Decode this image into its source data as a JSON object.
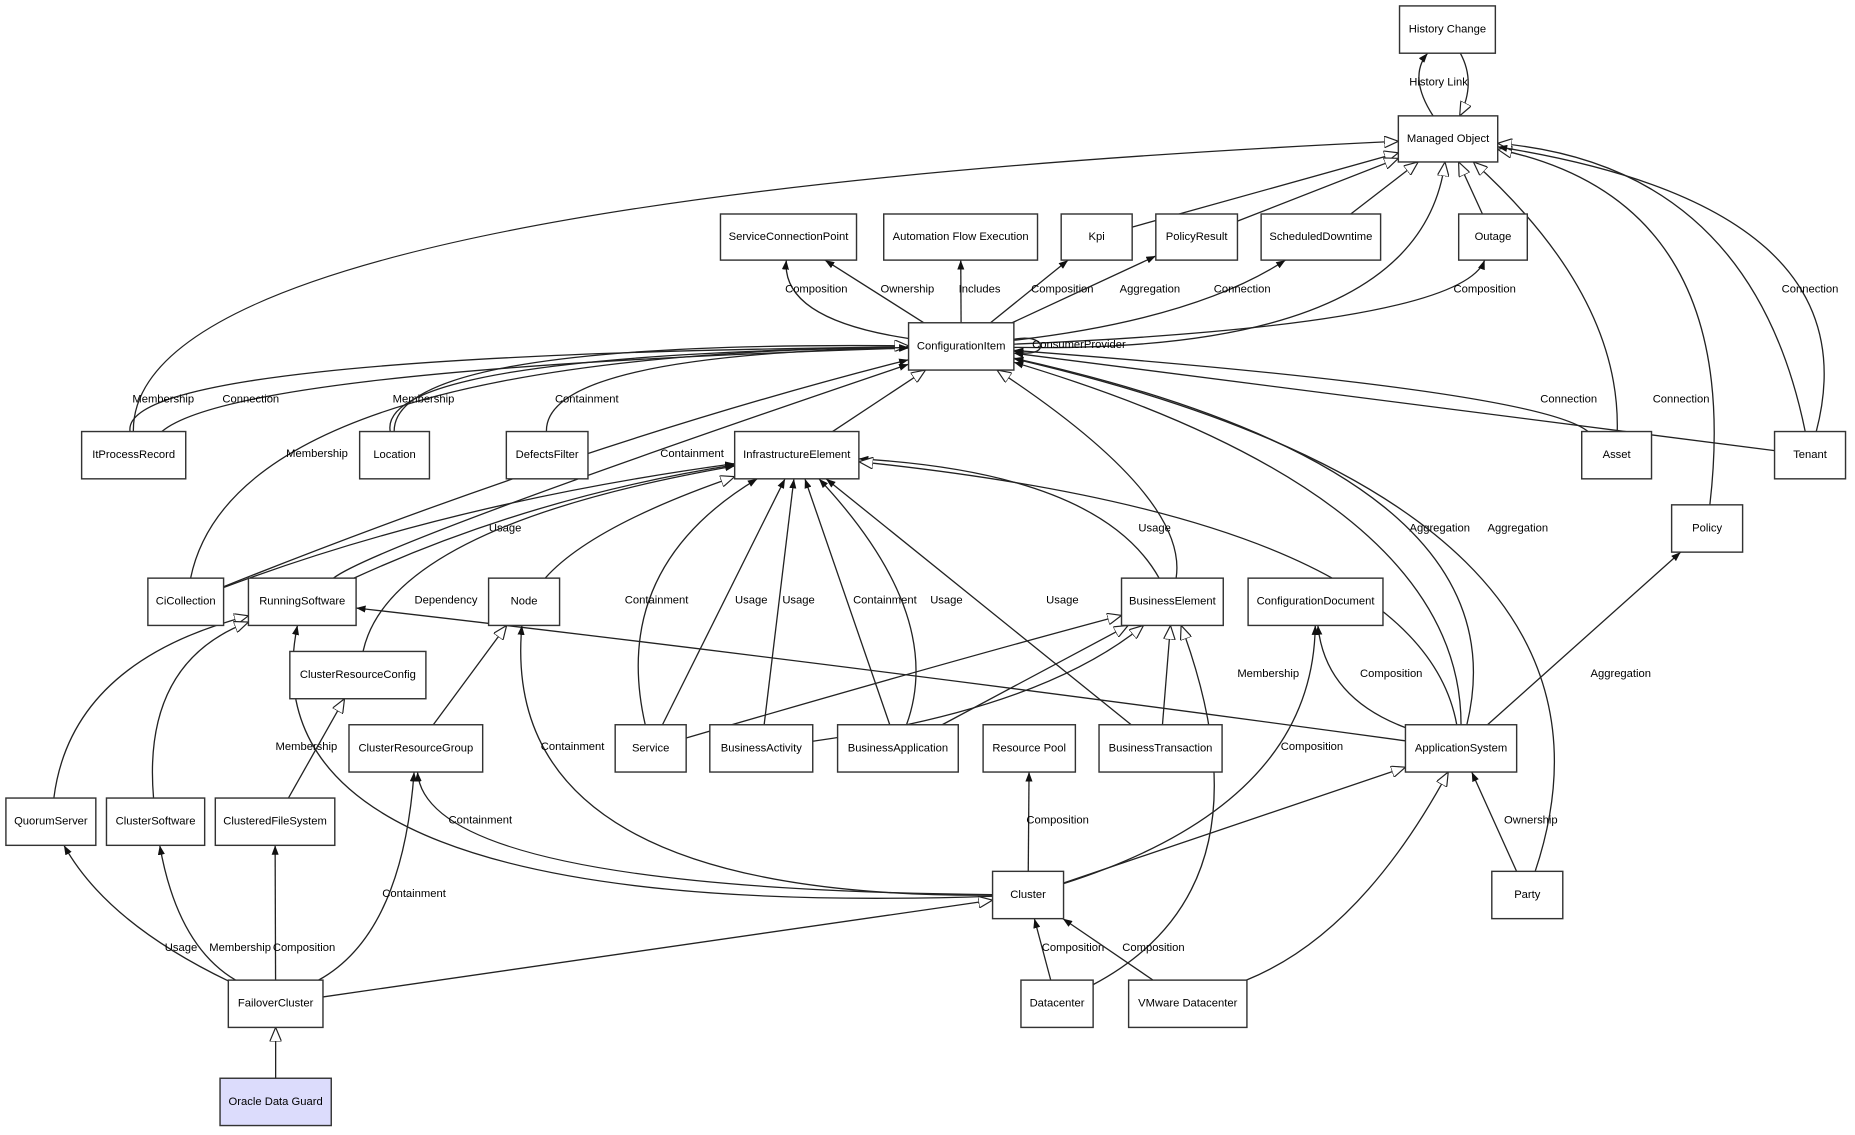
{
  "diagram": {
    "highlight_color": "#dcdcfc",
    "highlighted_node": "oracle",
    "nodes": [
      {
        "id": "hc",
        "label": "History Change"
      },
      {
        "id": "mo",
        "label": "Managed Object"
      },
      {
        "id": "scp",
        "label": "ServiceConnectionPoint"
      },
      {
        "id": "afe",
        "label": "Automation Flow Execution"
      },
      {
        "id": "kpi",
        "label": "Kpi"
      },
      {
        "id": "pr",
        "label": "PolicyResult"
      },
      {
        "id": "sd",
        "label": "ScheduledDowntime"
      },
      {
        "id": "outage",
        "label": "Outage"
      },
      {
        "id": "ci",
        "label": "ConfigurationItem"
      },
      {
        "id": "ipr",
        "label": "ItProcessRecord"
      },
      {
        "id": "loc",
        "label": "Location"
      },
      {
        "id": "df",
        "label": "DefectsFilter"
      },
      {
        "id": "ie",
        "label": "InfrastructureElement"
      },
      {
        "id": "asset",
        "label": "Asset"
      },
      {
        "id": "tenant",
        "label": "Tenant"
      },
      {
        "id": "policy",
        "label": "Policy"
      },
      {
        "id": "cic",
        "label": "CiCollection"
      },
      {
        "id": "rs",
        "label": "RunningSoftware"
      },
      {
        "id": "node",
        "label": "Node"
      },
      {
        "id": "be",
        "label": "BusinessElement"
      },
      {
        "id": "cd",
        "label": "ConfigurationDocument"
      },
      {
        "id": "crc",
        "label": "ClusterResourceConfig"
      },
      {
        "id": "crg",
        "label": "ClusterResourceGroup"
      },
      {
        "id": "svc",
        "label": "Service"
      },
      {
        "id": "ba",
        "label": "BusinessActivity"
      },
      {
        "id": "bapp",
        "label": "BusinessApplication"
      },
      {
        "id": "rp",
        "label": "Resource Pool"
      },
      {
        "id": "bt",
        "label": "BusinessTransaction"
      },
      {
        "id": "as",
        "label": "ApplicationSystem"
      },
      {
        "id": "qs",
        "label": "QuorumServer"
      },
      {
        "id": "cs",
        "label": "ClusterSoftware"
      },
      {
        "id": "cfs",
        "label": "ClusteredFileSystem"
      },
      {
        "id": "cluster",
        "label": "Cluster"
      },
      {
        "id": "party",
        "label": "Party"
      },
      {
        "id": "fc",
        "label": "FailoverCluster"
      },
      {
        "id": "dc",
        "label": "Datacenter"
      },
      {
        "id": "vdc",
        "label": "VMware Datacenter"
      },
      {
        "id": "oracle",
        "label": "Oracle Data Guard"
      }
    ],
    "edges": [
      {
        "from": "mo",
        "to": "hc",
        "label": "History Link",
        "kind": "association"
      },
      {
        "from": "hc",
        "to": "mo",
        "label": "",
        "kind": "generalization"
      },
      {
        "from": "ipr",
        "to": "mo",
        "label": "",
        "kind": "generalization"
      },
      {
        "from": "kpi",
        "to": "mo",
        "label": "",
        "kind": "generalization"
      },
      {
        "from": "pr",
        "to": "mo",
        "label": "",
        "kind": "generalization"
      },
      {
        "from": "sd",
        "to": "mo",
        "label": "",
        "kind": "generalization"
      },
      {
        "from": "ci",
        "to": "mo",
        "label": "",
        "kind": "generalization"
      },
      {
        "from": "outage",
        "to": "mo",
        "label": "",
        "kind": "generalization"
      },
      {
        "from": "asset",
        "to": "mo",
        "label": "",
        "kind": "generalization"
      },
      {
        "from": "policy",
        "to": "mo",
        "label": "",
        "kind": "generalization"
      },
      {
        "from": "tenant",
        "to": "mo",
        "label": "",
        "kind": "generalization"
      },
      {
        "from": "tenant",
        "to": "mo",
        "label": "Connection",
        "kind": "association"
      },
      {
        "from": "ci",
        "to": "scp",
        "label": "Composition",
        "kind": "association"
      },
      {
        "from": "ci",
        "to": "scp",
        "label": "Ownership",
        "kind": "association"
      },
      {
        "from": "ci",
        "to": "afe",
        "label": "Includes",
        "kind": "association"
      },
      {
        "from": "ci",
        "to": "kpi",
        "label": "Composition",
        "kind": "association"
      },
      {
        "from": "ci",
        "to": "pr",
        "label": "Aggregation",
        "kind": "association"
      },
      {
        "from": "ci",
        "to": "sd",
        "label": "Connection",
        "kind": "association"
      },
      {
        "from": "ci",
        "to": "outage",
        "label": "Composition",
        "kind": "association"
      },
      {
        "from": "ci",
        "to": "ci",
        "label": "ConsumerProvider",
        "kind": "association"
      },
      {
        "from": "ipr",
        "to": "ci",
        "label": "Membership",
        "kind": "association"
      },
      {
        "from": "ipr",
        "to": "ci",
        "label": "Connection",
        "kind": "association"
      },
      {
        "from": "cic",
        "to": "ci",
        "label": "Membership",
        "kind": "association"
      },
      {
        "from": "loc",
        "to": "ci",
        "label": "Membership",
        "kind": "association"
      },
      {
        "from": "loc",
        "to": "ci",
        "label": "",
        "kind": "generalization"
      },
      {
        "from": "df",
        "to": "ci",
        "label": "Containment",
        "kind": "association"
      },
      {
        "from": "cic",
        "to": "ci",
        "label": "Containment",
        "kind": "association"
      },
      {
        "from": "ie",
        "to": "ci",
        "label": "",
        "kind": "generalization"
      },
      {
        "from": "be",
        "to": "ci",
        "label": "",
        "kind": "generalization"
      },
      {
        "from": "asset",
        "to": "ci",
        "label": "Connection",
        "kind": "association"
      },
      {
        "from": "tenant",
        "to": "ci",
        "label": "Connection",
        "kind": "association"
      },
      {
        "from": "as",
        "to": "ci",
        "label": "Aggregation",
        "kind": "association"
      },
      {
        "from": "as",
        "to": "ci",
        "label": "Aggregation",
        "kind": "association"
      },
      {
        "from": "party",
        "to": "ci",
        "label": "",
        "kind": "association"
      },
      {
        "from": "cic",
        "to": "ie",
        "label": "Usage",
        "kind": "association"
      },
      {
        "from": "rs",
        "to": "ie",
        "label": "",
        "kind": "association"
      },
      {
        "from": "crc",
        "to": "ie",
        "label": "Dependency",
        "kind": "association"
      },
      {
        "from": "node",
        "to": "ie",
        "label": "",
        "kind": "generalization"
      },
      {
        "from": "svc",
        "to": "ie",
        "label": "Containment",
        "kind": "association"
      },
      {
        "from": "svc",
        "to": "ie",
        "label": "Usage",
        "kind": "association"
      },
      {
        "from": "ba",
        "to": "ie",
        "label": "Usage",
        "kind": "association"
      },
      {
        "from": "bapp",
        "to": "ie",
        "label": "Containment",
        "kind": "association"
      },
      {
        "from": "bapp",
        "to": "ie",
        "label": "Usage",
        "kind": "association"
      },
      {
        "from": "bt",
        "to": "ie",
        "label": "Usage",
        "kind": "association"
      },
      {
        "from": "be",
        "to": "ie",
        "label": "Usage",
        "kind": "association"
      },
      {
        "from": "as",
        "to": "ie",
        "label": "",
        "kind": "generalization"
      },
      {
        "from": "svc",
        "to": "be",
        "label": "",
        "kind": "generalization"
      },
      {
        "from": "ba",
        "to": "be",
        "label": "",
        "kind": "generalization"
      },
      {
        "from": "bapp",
        "to": "be",
        "label": "",
        "kind": "generalization"
      },
      {
        "from": "bt",
        "to": "be",
        "label": "",
        "kind": "generalization"
      },
      {
        "from": "dc",
        "to": "be",
        "label": "",
        "kind": "generalization"
      },
      {
        "from": "as",
        "to": "rs",
        "label": "Membership",
        "kind": "association"
      },
      {
        "from": "as",
        "to": "cd",
        "label": "Composition",
        "kind": "association"
      },
      {
        "from": "as",
        "to": "policy",
        "label": "Aggregation",
        "kind": "association"
      },
      {
        "from": "cluster",
        "to": "cd",
        "label": "Composition",
        "kind": "association"
      },
      {
        "from": "cluster",
        "to": "as",
        "label": "",
        "kind": "generalization"
      },
      {
        "from": "party",
        "to": "as",
        "label": "Ownership",
        "kind": "association"
      },
      {
        "from": "vdc",
        "to": "as",
        "label": "",
        "kind": "generalization"
      },
      {
        "from": "cluster",
        "to": "rp",
        "label": "Composition",
        "kind": "association"
      },
      {
        "from": "cluster",
        "to": "node",
        "label": "Containment",
        "kind": "association"
      },
      {
        "from": "cluster",
        "to": "rs",
        "label": "Membership",
        "kind": "association"
      },
      {
        "from": "cluster",
        "to": "crg",
        "label": "Containment",
        "kind": "association"
      },
      {
        "from": "crg",
        "to": "node",
        "label": "",
        "kind": "generalization"
      },
      {
        "from": "qs",
        "to": "rs",
        "label": "",
        "kind": "generalization"
      },
      {
        "from": "cs",
        "to": "rs",
        "label": "",
        "kind": "generalization"
      },
      {
        "from": "cfs",
        "to": "crc",
        "label": "",
        "kind": "generalization"
      },
      {
        "from": "fc",
        "to": "qs",
        "label": "Usage",
        "kind": "association"
      },
      {
        "from": "fc",
        "to": "cs",
        "label": "Membership",
        "kind": "association"
      },
      {
        "from": "fc",
        "to": "cfs",
        "label": "Composition",
        "kind": "association"
      },
      {
        "from": "fc",
        "to": "crg",
        "label": "Containment",
        "kind": "association"
      },
      {
        "from": "fc",
        "to": "cluster",
        "label": "",
        "kind": "generalization"
      },
      {
        "from": "dc",
        "to": "cluster",
        "label": "Composition",
        "kind": "association"
      },
      {
        "from": "vdc",
        "to": "cluster",
        "label": "Composition",
        "kind": "association"
      },
      {
        "from": "oracle",
        "to": "fc",
        "label": "",
        "kind": "generalization"
      },
      {
        "from": "rs",
        "to": "ci",
        "label": "",
        "kind": "association"
      }
    ]
  }
}
